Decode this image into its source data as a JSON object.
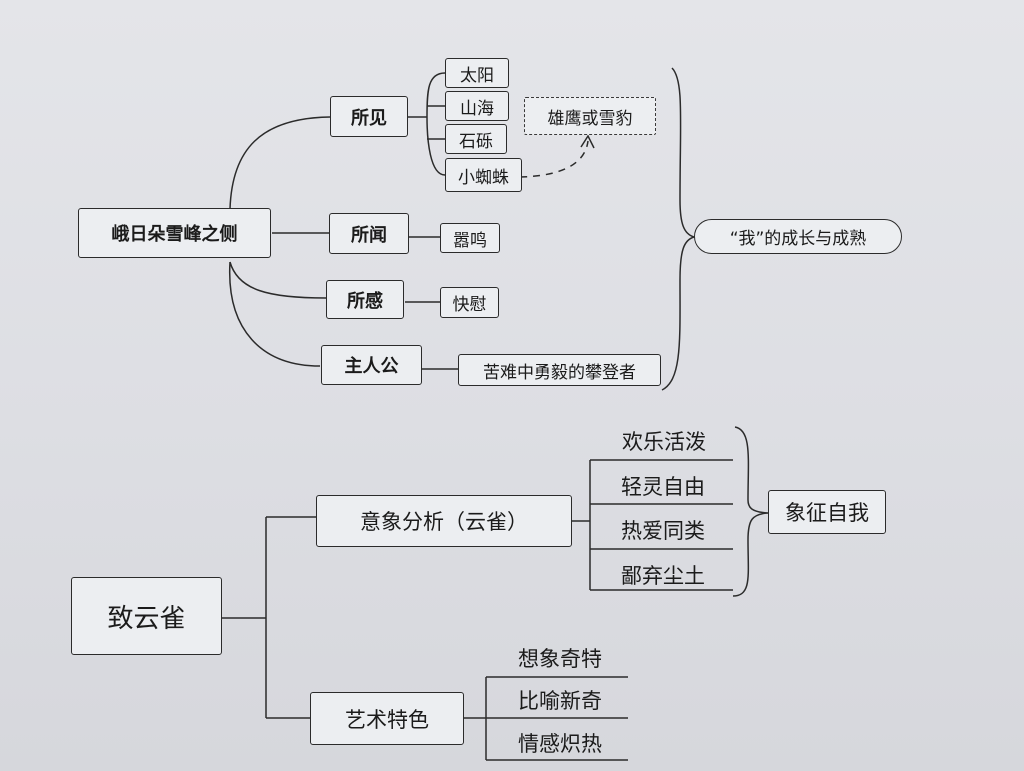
{
  "diagram1": {
    "root": "峨日朵雪峰之侧",
    "branches": [
      "所见",
      "所闻",
      "所感",
      "主人公"
    ],
    "seen_items": [
      "太阳",
      "山海",
      "石砾",
      "小蜘蛛"
    ],
    "heard": "嚣鸣",
    "felt": "快慰",
    "protagonist": "苦难中勇毅的攀登者",
    "dashed_note": "雄鹰或雪豹",
    "conclusion": "“我”的成长与成熟"
  },
  "diagram2": {
    "root": "致云雀",
    "branch1": "意象分析（云雀）",
    "branch1_items": [
      "欢乐活泼",
      "轻灵自由",
      "热爱同类",
      "鄙弃尘土"
    ],
    "symbol": "象征自我",
    "branch2": "艺术特色",
    "branch2_items": [
      "想象奇特",
      "比喻新奇",
      "情感炽热"
    ]
  }
}
